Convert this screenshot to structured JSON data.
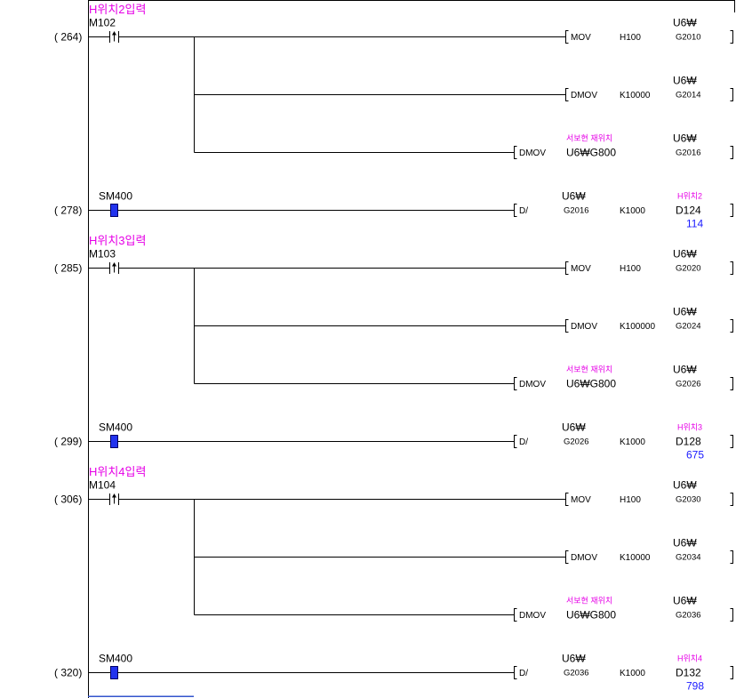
{
  "program": {
    "rungs": [
      {
        "step": "( 264)",
        "comment": "H위치2입력",
        "contact": {
          "device": "M102",
          "type": "rising-pulse-contact-icon"
        },
        "outputs": [
          {
            "instruction": "MOV",
            "source": "H100",
            "dest_prefix": "U6₩",
            "dest": "G2010"
          },
          {
            "instruction": "DMOV",
            "source": "K10000",
            "dest_prefix": "U6₩",
            "dest": "G2014"
          },
          {
            "instruction": "DMOV",
            "source_comment": "서보현 재위치",
            "source": "U6₩G800",
            "dest_prefix": "U6₩",
            "dest": "G2016"
          }
        ]
      },
      {
        "step": "( 278)",
        "contact": {
          "device": "SM400",
          "type": "normally-open-contact-icon",
          "state": "on"
        },
        "outputs": [
          {
            "instruction": "D/",
            "source1_prefix": "U6₩",
            "source1": "G2016",
            "source2": "K1000",
            "dest_comment": "H위치2",
            "dest": "D124",
            "dest_value": "114"
          }
        ]
      },
      {
        "step": "( 285)",
        "comment": "H위치3입력",
        "contact": {
          "device": "M103",
          "type": "rising-pulse-contact-icon"
        },
        "outputs": [
          {
            "instruction": "MOV",
            "source": "H100",
            "dest_prefix": "U6₩",
            "dest": "G2020"
          },
          {
            "instruction": "DMOV",
            "source": "K100000",
            "dest_prefix": "U6₩",
            "dest": "G2024"
          },
          {
            "instruction": "DMOV",
            "source_comment": "서보현 재위치",
            "source": "U6₩G800",
            "dest_prefix": "U6₩",
            "dest": "G2026"
          }
        ]
      },
      {
        "step": "( 299)",
        "contact": {
          "device": "SM400",
          "type": "normally-open-contact-icon",
          "state": "on"
        },
        "outputs": [
          {
            "instruction": "D/",
            "source1_prefix": "U6₩",
            "source1": "G2026",
            "source2": "K1000",
            "dest_comment": "H위치3",
            "dest": "D128",
            "dest_value": "675"
          }
        ]
      },
      {
        "step": "( 306)",
        "comment": "H위치4입력",
        "contact": {
          "device": "M104",
          "type": "rising-pulse-contact-icon"
        },
        "outputs": [
          {
            "instruction": "MOV",
            "source": "H100",
            "dest_prefix": "U6₩",
            "dest": "G2030"
          },
          {
            "instruction": "DMOV",
            "source": "K10000",
            "dest_prefix": "U6₩",
            "dest": "G2034"
          },
          {
            "instruction": "DMOV",
            "source_comment": "서보현 재위치",
            "source": "U6₩G800",
            "dest_prefix": "U6₩",
            "dest": "G2036"
          }
        ]
      },
      {
        "step": "( 320)",
        "contact": {
          "device": "SM400",
          "type": "normally-open-contact-icon",
          "state": "on"
        },
        "outputs": [
          {
            "instruction": "D/",
            "source1_prefix": "U6₩",
            "source1": "G2036",
            "source2": "K1000",
            "dest_comment": "H위치4",
            "dest": "D132",
            "dest_value": "798"
          }
        ]
      }
    ]
  },
  "colors": {
    "background": "#ffffff",
    "ladder_line": "#000000",
    "comment_text": "#e600e6",
    "monitor_value": "#1a1aff",
    "contact_on_fill": "#2233ee",
    "cursor": "#3355cc"
  }
}
